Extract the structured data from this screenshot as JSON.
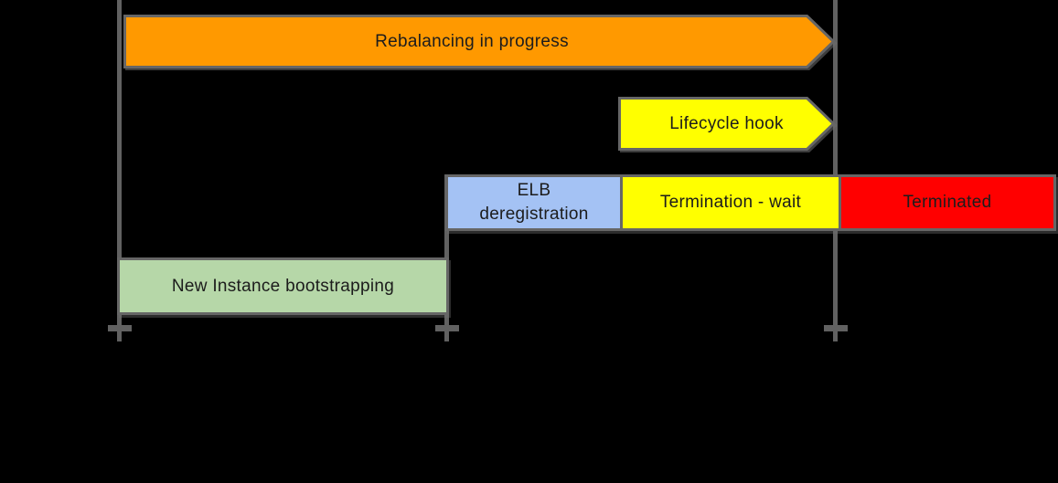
{
  "diagram": {
    "name": "instance-rebalancing-timeline",
    "background_color": "#000000",
    "marker_line_color": "#616161",
    "shape_border_color": "#666666",
    "text_color": "#1c1c1c",
    "markers": [
      {
        "name": "timeline-marker-1",
        "terminator": "cross"
      },
      {
        "name": "timeline-marker-2",
        "terminator": "cross"
      },
      {
        "name": "timeline-marker-3",
        "terminator": "cross"
      }
    ],
    "bars": [
      {
        "label": "Rebalancing in progress",
        "shape": "arrow-right",
        "fill": "#ff9900",
        "row": 1
      },
      {
        "label": "Lifecycle hook",
        "shape": "arrow-right",
        "fill": "#ffff00",
        "row": 2
      },
      {
        "label": "ELB deregistration",
        "shape": "box",
        "fill": "#a4c2f4",
        "row": 3
      },
      {
        "label": "Termination - wait",
        "shape": "box",
        "fill": "#ffff00",
        "row": 3
      },
      {
        "label": "Terminated",
        "shape": "box",
        "fill": "#ff0000",
        "row": 3
      },
      {
        "label": "New Instance bootstrapping",
        "shape": "box",
        "fill": "#b6d7a8",
        "row": 4
      }
    ]
  }
}
